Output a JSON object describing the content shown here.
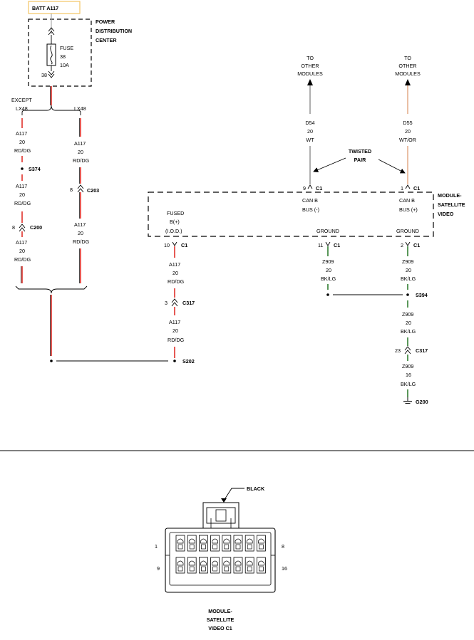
{
  "colors": {
    "red": "#e0302a",
    "black": "#000000",
    "green": "#2f7d2f",
    "gray": "#9b9b9b",
    "tan": "#e8b89a",
    "batt_border": "#f3c465"
  },
  "header": {
    "batt": "BATT A117"
  },
  "pdc": {
    "title_1": "POWER",
    "title_2": "DISTRIBUTION",
    "title_3": "CENTER",
    "fuse_label": "FUSE",
    "fuse_num": "38",
    "fuse_amp": "10A",
    "fuse_pin": "38"
  },
  "branches": {
    "except": "EXCEPT",
    "lx48_left": "LX48",
    "lx48_right": "LX48"
  },
  "left": {
    "w1": [
      "A117",
      "20",
      "RD/DG"
    ],
    "splice": "S374",
    "w2": [
      "A117",
      "20",
      "RD/DG"
    ],
    "conn_pin": "8",
    "conn": "C200",
    "w3": [
      "A117",
      "20",
      "RD/DG"
    ]
  },
  "right": {
    "w1": [
      "A117",
      "20",
      "RD/DG"
    ],
    "conn_pin": "8",
    "conn": "C203",
    "w2": [
      "A117",
      "20",
      "RD/DG"
    ]
  },
  "s202": "S202",
  "module": {
    "name_1": "MODULE-",
    "name_2": "SATELLITE",
    "name_3": "VIDEO",
    "fused_1": "FUSED",
    "fused_2": "B(+)",
    "fused_3": "(I.O.D.)",
    "canl_1": "CAN B",
    "canl_2": "BUS (-)",
    "canh_1": "CAN B",
    "canh_2": "BUS (+)",
    "gnd1": "GROUND",
    "gnd2": "GROUND",
    "pin9": "9",
    "pin1": "1",
    "pin10": "10",
    "pin11": "11",
    "pin2": "2",
    "c1": "C1"
  },
  "fused_circuit": {
    "w1": [
      "A117",
      "20",
      "RD/DG"
    ],
    "conn_pin": "3",
    "conn": "C317",
    "w2": [
      "A117",
      "20",
      "RD/DG"
    ]
  },
  "can": {
    "to1": [
      "TO",
      "OTHER",
      "MODULES"
    ],
    "to2": [
      "TO",
      "OTHER",
      "MODULES"
    ],
    "d54": [
      "D54",
      "20",
      "WT"
    ],
    "d55": [
      "D55",
      "20",
      "WT/OR"
    ],
    "twisted_1": "TWISTED",
    "twisted_2": "PAIR"
  },
  "ground": {
    "g1": [
      "Z909",
      "20",
      "BK/LG"
    ],
    "g2": [
      "Z909",
      "20",
      "BK/LG"
    ],
    "s394": "S394",
    "g3": [
      "Z909",
      "20",
      "BK/LG"
    ],
    "conn_pin": "23",
    "conn": "C317",
    "g4": [
      "Z909",
      "16",
      "BK/LG"
    ],
    "g200": "G200"
  },
  "connector_view": {
    "color_label": "BLACK",
    "pin_tl": "1",
    "pin_tr": "8",
    "pin_bl": "9",
    "pin_br": "16",
    "caption_1": "MODULE-",
    "caption_2": "SATELLITE",
    "caption_3": "VIDEO C1"
  }
}
